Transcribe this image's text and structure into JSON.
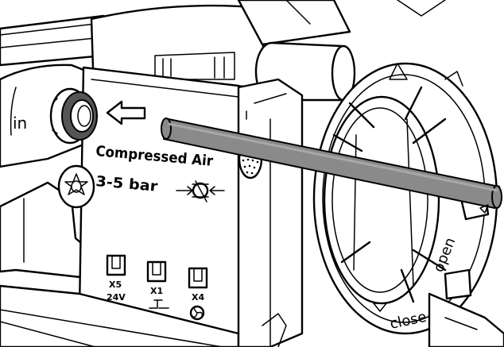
{
  "labels": {
    "in": "in",
    "compressed_air": "Compressed Air",
    "pressure": "3-5 bar",
    "x5": "X5",
    "x5_sub": "24V",
    "x1": "X1",
    "x4": "X4",
    "open": "open",
    "close": "close"
  },
  "colors": {
    "line": "#000000",
    "background": "#ffffff",
    "rod": "#8a8a8a"
  },
  "icons": [
    "arrow-left-icon",
    "valve-symbol-icon",
    "screw-head-icon",
    "fan-icon",
    "connector-icon"
  ]
}
